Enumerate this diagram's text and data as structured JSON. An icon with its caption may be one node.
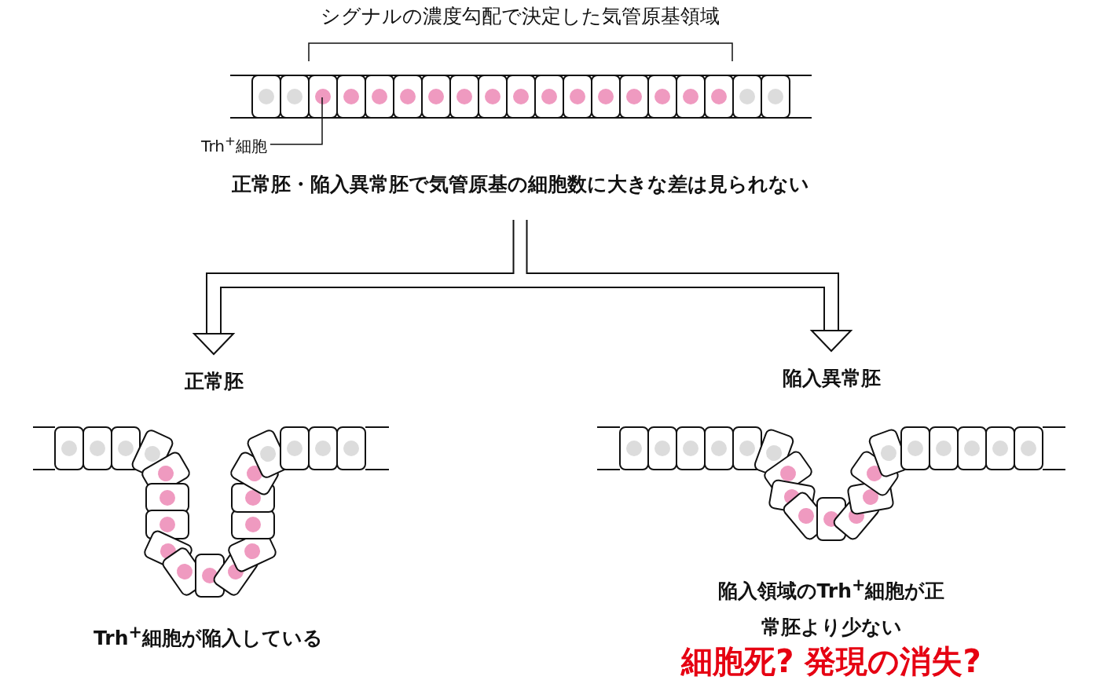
{
  "diagram": {
    "nodes": [
      {
        "text": [
          "Trh$^{+}$細胞"
        ]
      },
      {
        "text": [
          "正常胚・陥入異常胚で気管原基の細胞数に大きな差は見られない"
        ]
      },
      {
        "text": [
          "正常胚"
        ]
      },
      {
        "text": [
          "陥入異常胚"
        ]
      }
    ],
    "edges": [
      {
        "from": 0,
        "to": null,
        "arrow": "none"
      },
      {
        "from": 1,
        "to": 2,
        "arrow": "to"
      },
      {
        "from": 1,
        "to": 3,
        "arrow": "to"
      }
    ],
    "labels": [
      "シグナルの濃度勾配で決定した気管原基領域",
      "Trh$^{+}$細胞が陥入している",
      "陥入領域のTrh$^{+}$細胞が正常胚より少ない",
      "細胞死? 発現の消失?"
    ]
  }
}
